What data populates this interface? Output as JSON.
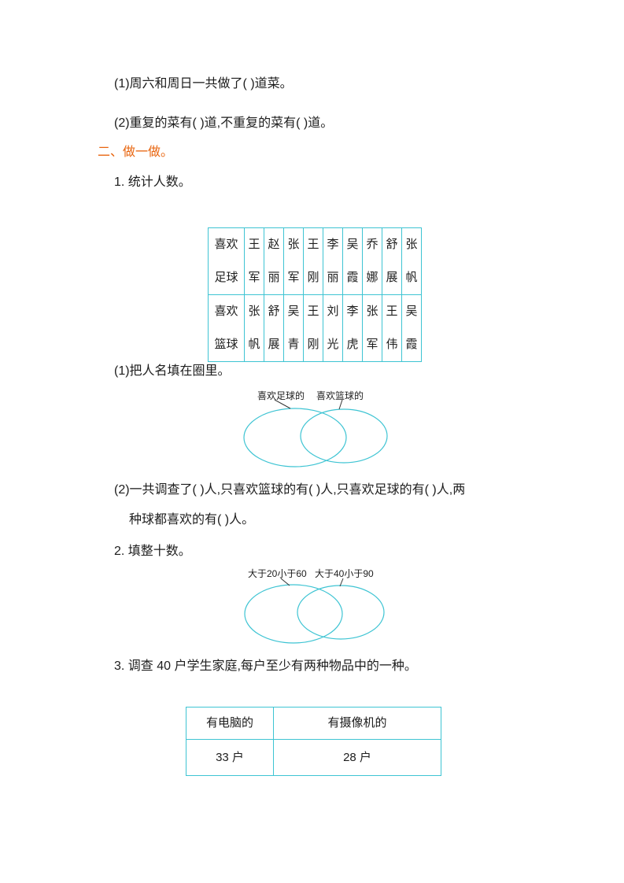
{
  "colors": {
    "accent_orange": "#e8650f",
    "table_border": "#3ec4d3",
    "text": "#1d1d1d"
  },
  "intro": {
    "line1": "(1)周六和周日一共做了(      )道菜。",
    "line2": "(2)重复的菜有(      )道,不重复的菜有(      )道。"
  },
  "section2": {
    "title": "二、做一做。",
    "item1": {
      "title": "1. 统计人数。",
      "table": {
        "rows": [
          {
            "cells": [
              {
                "top": "喜欢",
                "bottom": "足球"
              },
              {
                "top": "王",
                "bottom": "军"
              },
              {
                "top": "赵",
                "bottom": "丽"
              },
              {
                "top": "张",
                "bottom": "军"
              },
              {
                "top": "王",
                "bottom": "刚"
              },
              {
                "top": "李",
                "bottom": "丽"
              },
              {
                "top": "吴",
                "bottom": "霞"
              },
              {
                "top": "乔",
                "bottom": "娜"
              },
              {
                "top": "舒",
                "bottom": "展"
              },
              {
                "top": "张",
                "bottom": "帆"
              }
            ]
          },
          {
            "cells": [
              {
                "top": "喜欢",
                "bottom": "篮球"
              },
              {
                "top": "张",
                "bottom": "帆"
              },
              {
                "top": "舒",
                "bottom": "展"
              },
              {
                "top": "吴",
                "bottom": "青"
              },
              {
                "top": "王",
                "bottom": "刚"
              },
              {
                "top": "刘",
                "bottom": "光"
              },
              {
                "top": "李",
                "bottom": "虎"
              },
              {
                "top": "张",
                "bottom": "军"
              },
              {
                "top": "王",
                "bottom": "伟"
              },
              {
                "top": "吴",
                "bottom": "霞"
              }
            ]
          }
        ]
      },
      "sub1": "(1)把人名填在圈里。",
      "venn_labels": {
        "left": "喜欢足球的",
        "right": "喜欢篮球的"
      },
      "sub2_line1": "(2)一共调查了(      )人,只喜欢篮球的有(      )人,只喜欢足球的有(      )人,两",
      "sub2_line2": "种球都喜欢的有(      )人。"
    },
    "item2": {
      "title": "2. 填整十数。",
      "venn_labels": {
        "left": "大于20小于60",
        "right": "大于40小于90"
      }
    },
    "item3": {
      "title": "3. 调查 40 户学生家庭,每户至少有两种物品中的一种。",
      "table": {
        "headers": [
          "有电脑的",
          "有摄像机的"
        ],
        "values": [
          "33 户",
          "28 户"
        ]
      }
    }
  }
}
